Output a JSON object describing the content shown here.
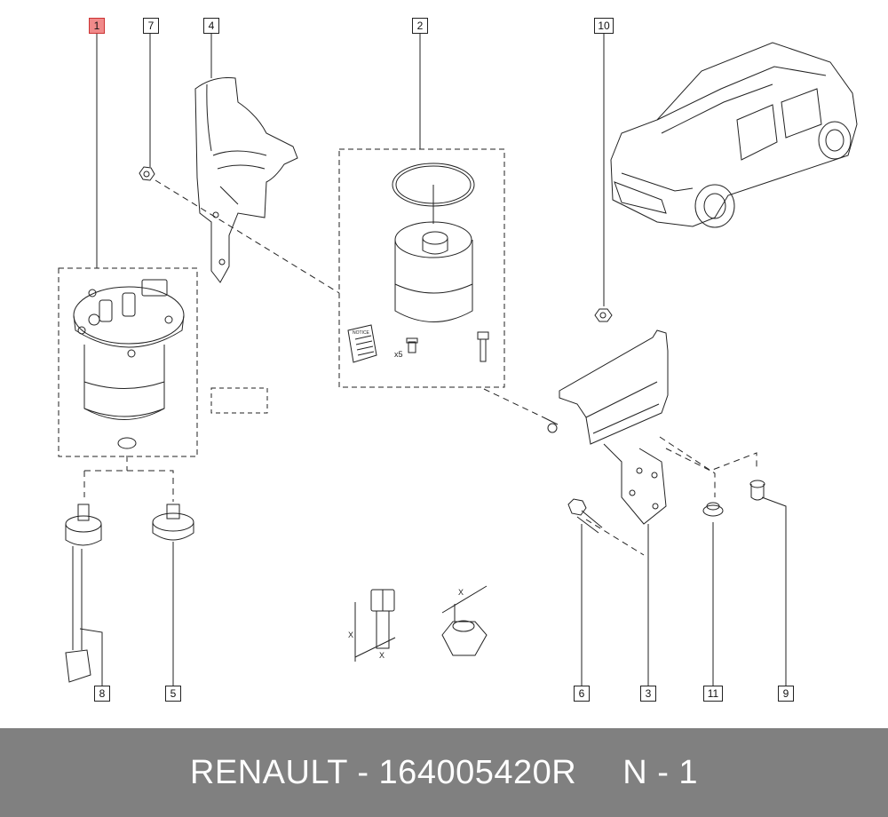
{
  "callouts": {
    "c1": "1",
    "c2": "2",
    "c3": "3",
    "c4": "4",
    "c5": "5",
    "c6": "6",
    "c7": "7",
    "c8": "8",
    "c9": "9",
    "c10": "10",
    "c11": "11"
  },
  "kit": {
    "qty_label": "x5",
    "notice_label": "NOTICE"
  },
  "torque": {
    "x_label": "X"
  },
  "footer": {
    "brand_part": "RENAULT - 164005420R",
    "page": "N - 1"
  },
  "colors": {
    "highlight": "#f08a8a",
    "footer_bg": "#808080"
  }
}
